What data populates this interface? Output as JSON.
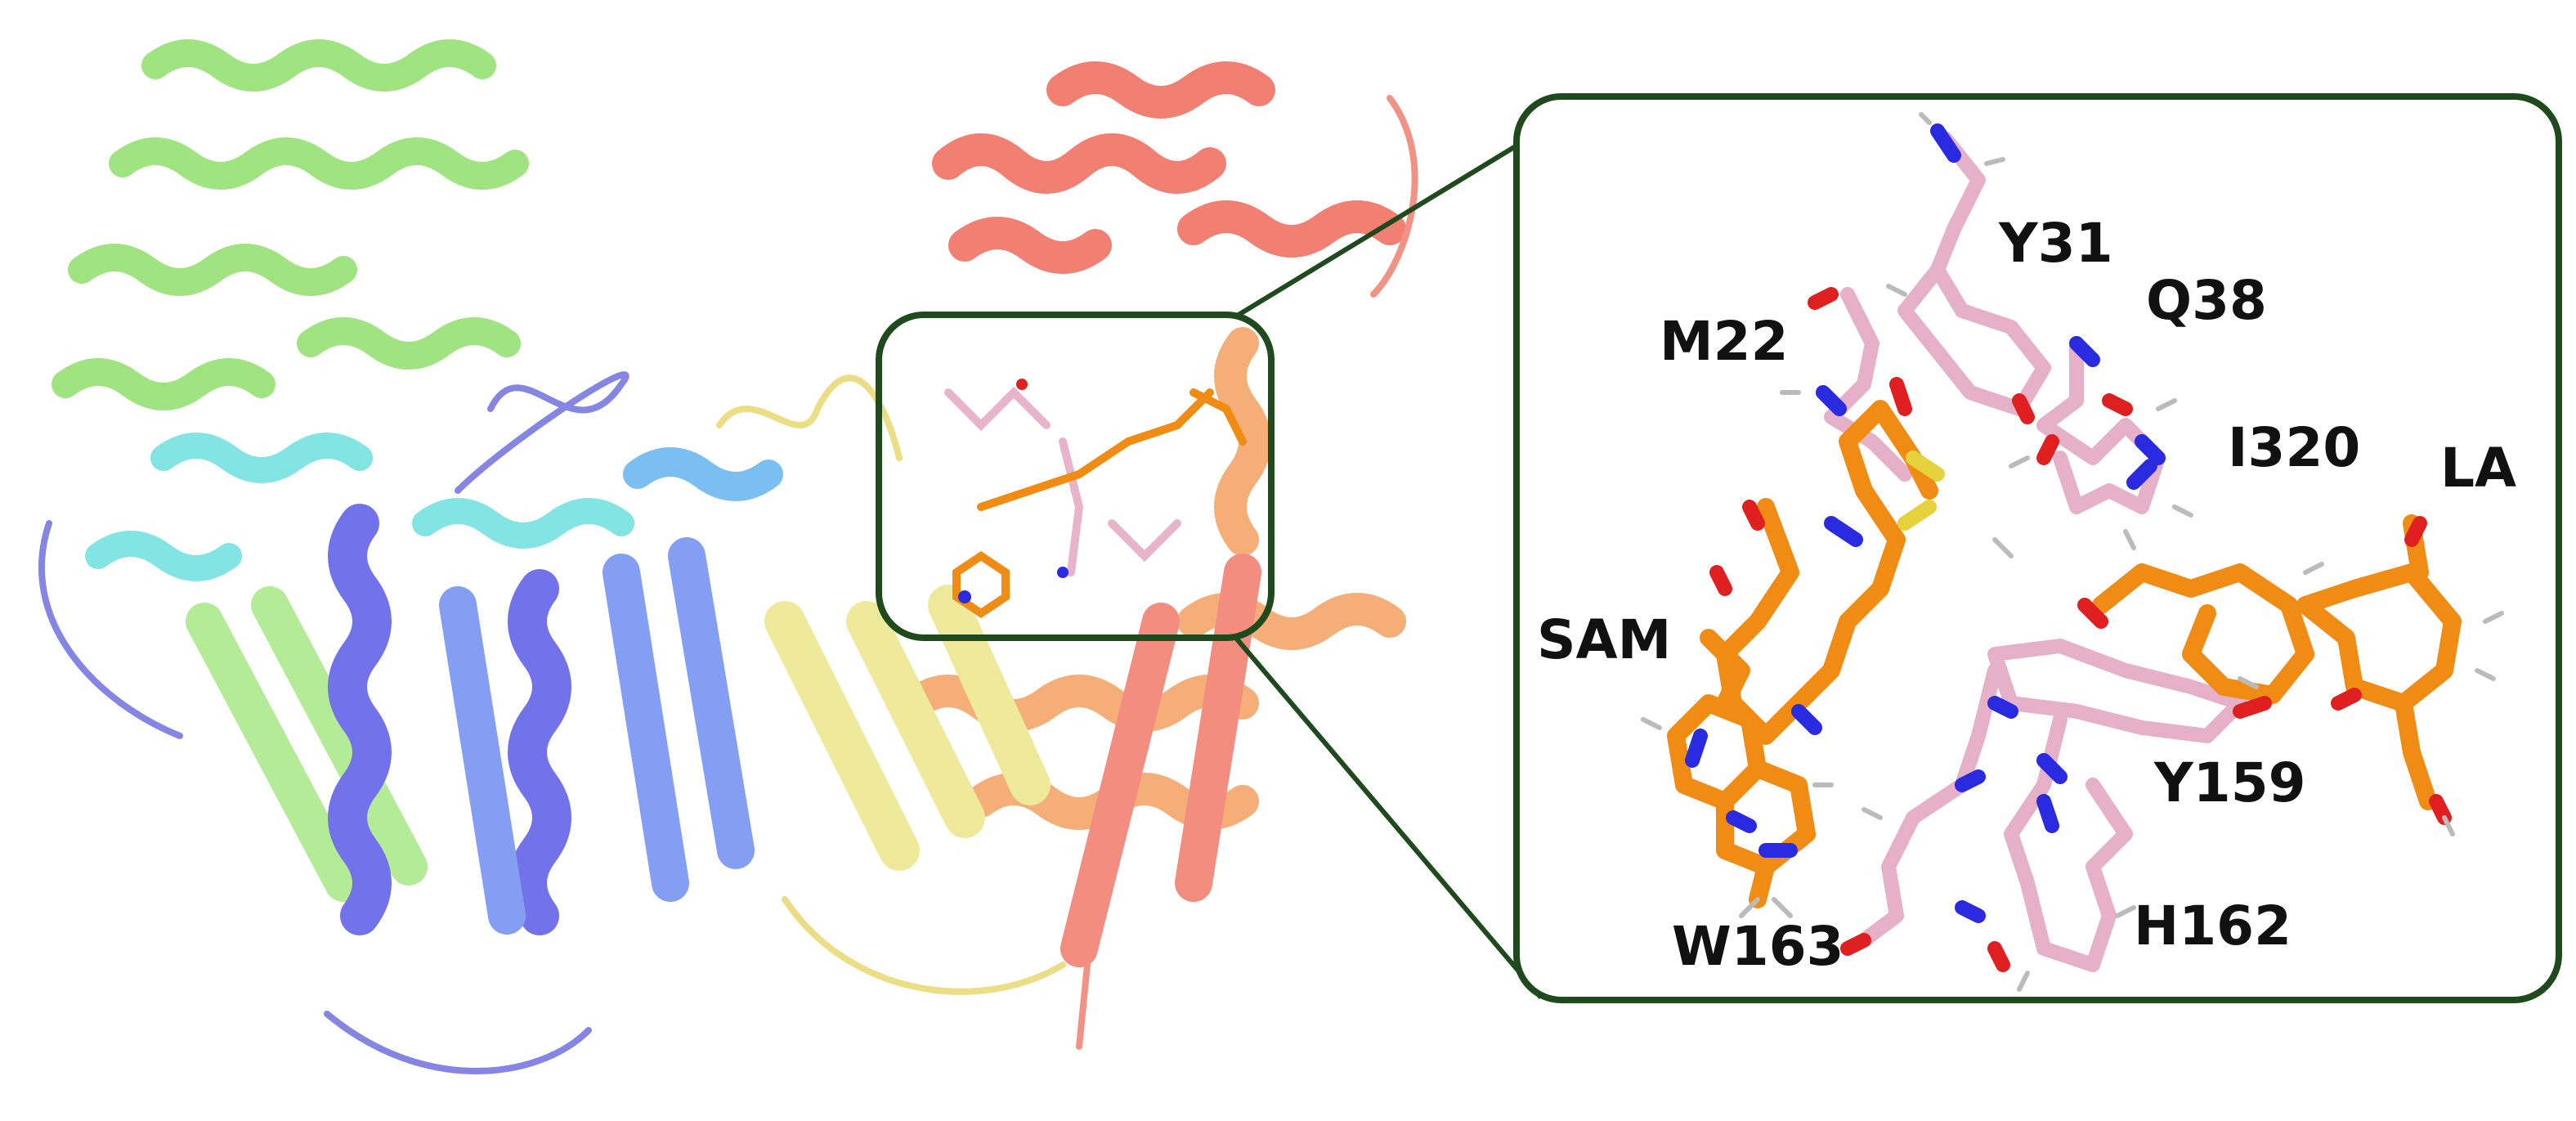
{
  "labels": {
    "m22": "M22",
    "y31": "Y31",
    "q38": "Q38",
    "i320": "I320",
    "la": "LA",
    "sam": "SAM",
    "y159": "Y159",
    "w163": "W163",
    "h162": "H162"
  },
  "colors": {
    "frame": "#1e4a1e",
    "ligand": "#f08c14",
    "residue": "#e8b4cc",
    "nitrogen": "#2a2ae0",
    "oxygen": "#e02020",
    "sulfur": "#e6d23c",
    "hydrogen": "#dddddd",
    "helix_blue": "#4a4ae0",
    "helix_cyan": "#5ad8e0",
    "helix_green": "#7ee05a",
    "sheet_yellow": "#e6e07a",
    "helix_orange": "#f0943c",
    "helix_red": "#f05a4a"
  }
}
